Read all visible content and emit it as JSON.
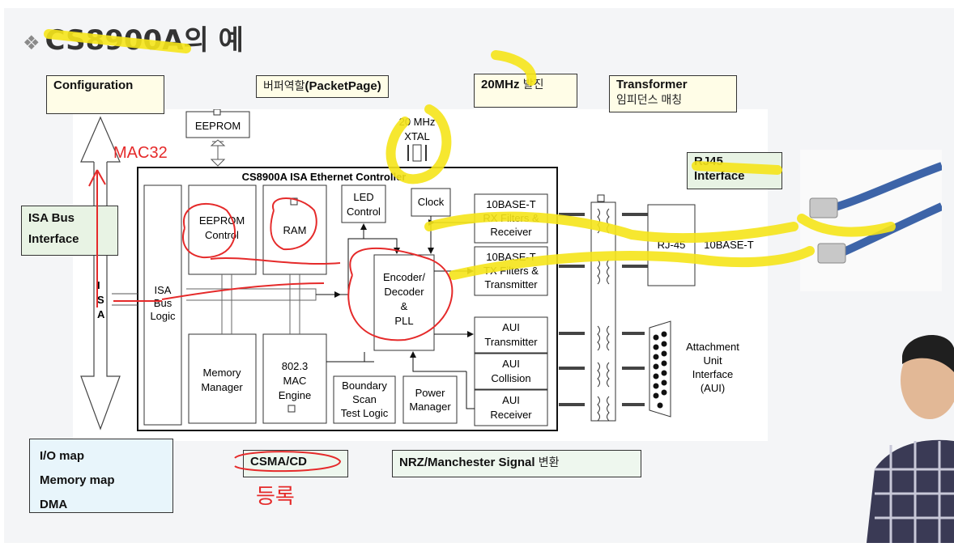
{
  "title": {
    "main": "CS8900A의 예",
    "bullet": "❖"
  },
  "callouts": {
    "configuration": "Configuration",
    "buffer_role": "버퍼역할",
    "packetpage": "(PacketPage)",
    "xtal_label": "20MHz",
    "xtal_korean": "발진",
    "transformer": "Transformer",
    "transformer_sub": "임피던스 매칭",
    "rj45": "RJ45 Interface",
    "isa_bus": "ISA Bus Interface",
    "csma": "CSMA/CD",
    "nrz": "NRZ/Manchester Signal",
    "nrz_korean": "변환"
  },
  "info_box": {
    "lines": [
      "I/O map",
      "Memory map",
      "DMA"
    ]
  },
  "diagram": {
    "controller_title": "CS8900A ISA Ethernet Controller",
    "eeprom": "EEPROM",
    "xtal_line1": "20 MHz",
    "xtal_line2": "XTAL",
    "isa_letters": [
      "I",
      "S",
      "A"
    ],
    "isa_bus_logic": [
      "ISA",
      "Bus",
      "Logic"
    ],
    "eeprom_control": [
      "EEPROM",
      "Control"
    ],
    "ram": "RAM",
    "led_control": [
      "LED",
      "Control"
    ],
    "clock": "Clock",
    "rx": [
      "10BASE-T",
      "RX Filters &",
      "Receiver"
    ],
    "tx": [
      "10BASE-T",
      "TX Filters &",
      "Transmitter"
    ],
    "encoder": [
      "Encoder/",
      "Decoder",
      "&",
      "PLL"
    ],
    "aui_tx": [
      "AUI",
      "Transmitter"
    ],
    "aui_col": [
      "AUI",
      "Collision"
    ],
    "aui_rx": [
      "AUI",
      "Receiver"
    ],
    "memory_manager": [
      "Memory",
      "Manager"
    ],
    "mac": [
      "802.3",
      "MAC",
      "Engine"
    ],
    "boundary": [
      "Boundary",
      "Scan",
      "Test Logic"
    ],
    "power": [
      "Power",
      "Manager"
    ],
    "rj45": "RJ-45",
    "tenbase": "10BASE-T",
    "attachment": [
      "Attachment",
      "Unit",
      "Interface",
      "(AUI)"
    ]
  },
  "annotations": {
    "mac32": "MAC32",
    "korean_handwriting": "등록"
  },
  "colors": {
    "highlight": "#f6e51a",
    "pen_red": "#e52a2a",
    "cable_blue": "#3d64a8",
    "callout_bg": "#fffde7",
    "green_bg": "#e8f3e4",
    "info_bg": "#e8f5fb"
  }
}
